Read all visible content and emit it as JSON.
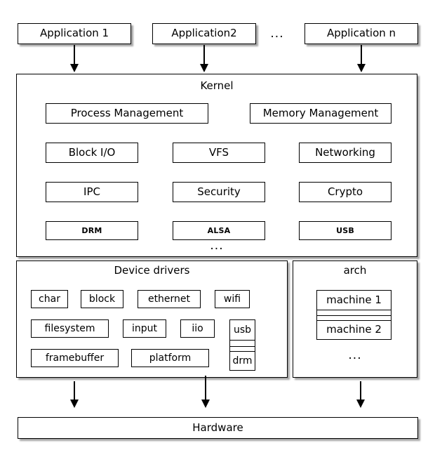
{
  "diagram": {
    "title_semantic": "linux-kernel-architecture-diagram",
    "applications": [
      {
        "label": "Application 1"
      },
      {
        "label": "Application2"
      },
      {
        "label": "Application n"
      }
    ],
    "applications_ellipsis": "...",
    "kernel": {
      "title": "Kernel",
      "ellipsis": "...",
      "rows": [
        [
          {
            "label": "Process Management"
          },
          {
            "label": "Memory Management"
          }
        ],
        [
          {
            "label": "Block I/O"
          },
          {
            "label": "VFS"
          },
          {
            "label": "Networking"
          }
        ],
        [
          {
            "label": "IPC"
          },
          {
            "label": "Security"
          },
          {
            "label": "Crypto"
          }
        ],
        [
          {
            "label": "DRM"
          },
          {
            "label": "ALSA"
          },
          {
            "label": "USB"
          }
        ]
      ]
    },
    "device_drivers": {
      "title": "Device drivers",
      "row1": [
        {
          "label": "char"
        },
        {
          "label": "block"
        },
        {
          "label": "ethernet"
        },
        {
          "label": "wifi"
        }
      ],
      "row2": [
        {
          "label": "filesystem"
        },
        {
          "label": "input"
        },
        {
          "label": "iio"
        }
      ],
      "row3": [
        {
          "label": "framebuffer"
        },
        {
          "label": "platform"
        }
      ],
      "stack": [
        {
          "label": "usb"
        },
        {
          "label": "drm"
        }
      ]
    },
    "arch": {
      "title": "arch",
      "machines": [
        {
          "label": "machine 1"
        },
        {
          "label": "machine 2"
        }
      ],
      "ellipsis": "..."
    },
    "hardware": {
      "label": "Hardware"
    },
    "colors": {
      "stroke": "#000000",
      "fill": "#ffffff",
      "shadow": "rgba(0,0,0,0.35)"
    }
  }
}
